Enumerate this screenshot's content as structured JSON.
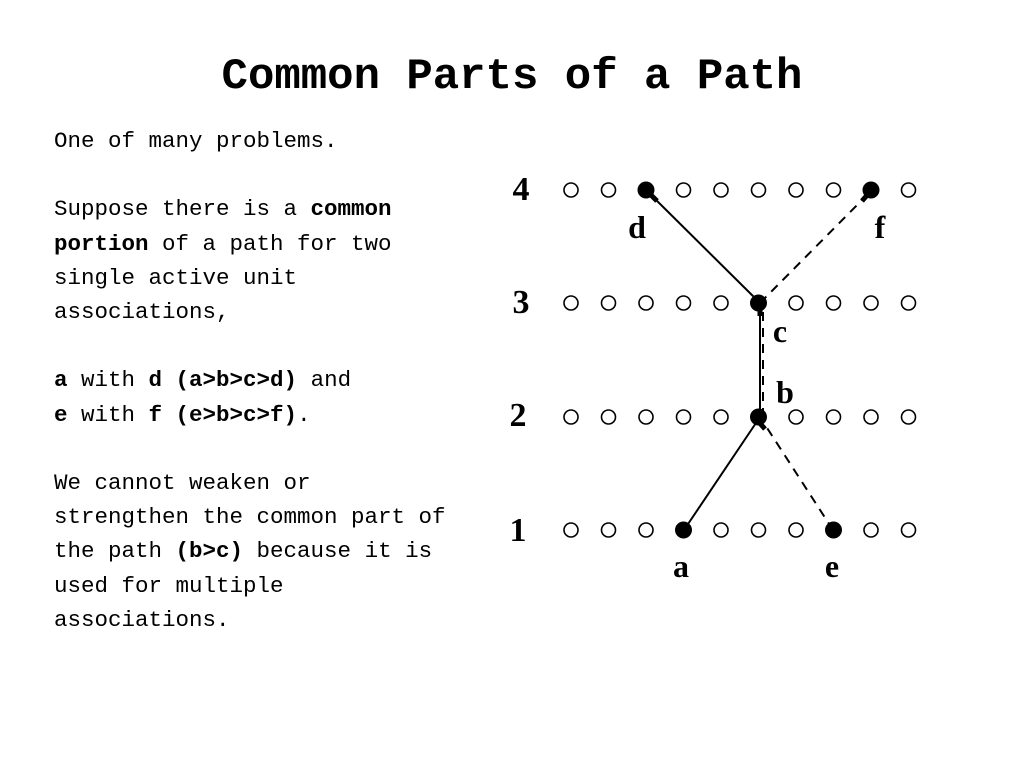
{
  "slide": {
    "title": "Common Parts of a Path",
    "para1": "One of many problems.",
    "para2": {
      "t1": "Suppose there is a ",
      "t2": "common portion",
      "t3": " of a path for two single active unit associations,"
    },
    "para3": {
      "a": "a",
      "with1": " with ",
      "d_path": "d (a>b>c>d)",
      "and": " and ",
      "e": "e",
      "with2": " with ",
      "f_path": "f (e>b>c>f)",
      "end": "."
    },
    "para4": {
      "t1": "We cannot weaken or strengthen the common part of the path ",
      "t2": "(b>c)",
      "t3": " because it is used for multiple associations."
    }
  },
  "diagram": {
    "rows": [
      {
        "label": "4",
        "active": [
          3,
          9
        ]
      },
      {
        "label": "3",
        "active": [
          6
        ]
      },
      {
        "label": "2",
        "active": [
          6
        ]
      },
      {
        "label": "1",
        "active": [
          4,
          8
        ]
      }
    ],
    "columns": 10,
    "node_labels": {
      "a": "a",
      "b": "b",
      "c": "c",
      "d": "d",
      "e": "e",
      "f": "f"
    },
    "solid_path": [
      "a",
      "b",
      "c",
      "d"
    ],
    "dashed_path": [
      "e",
      "b",
      "c",
      "f"
    ]
  }
}
